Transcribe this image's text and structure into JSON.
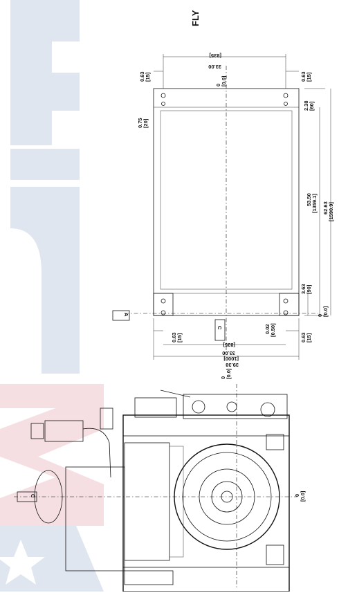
{
  "title": "FLY",
  "dimensions": {
    "top_width_in": "33.00",
    "top_width_mm": "[835]",
    "top_left_offset_in": "0.63",
    "top_left_offset_mm": "[15]",
    "top_right_offset_in": "0.63",
    "top_right_offset_mm": "[15]",
    "origin_in": "0",
    "origin_mm": "[0.0]",
    "left_hole_offset_in": "0.75",
    "left_hole_offset_mm": "[20]",
    "right_top_offset_in": "2.38",
    "right_top_offset_mm": "[60]",
    "length_in": "53.50",
    "length_mm": "[1359.1]",
    "overall_length_in": "62.63",
    "overall_length_mm": "[1590.9]",
    "bottom_right_offset_in": "3.63",
    "bottom_right_offset_mm": "[90]",
    "right_zero_in": "0",
    "right_zero_mm": "[0.0]",
    "bottom_left_offset_in": "0.63",
    "bottom_left_offset_mm": "[15]",
    "bottom_right_hole_in": "0.63",
    "bottom_right_hole_mm": "[15]",
    "center_offset_in": "0.02",
    "center_offset_mm": "[0.50]",
    "bottom_width_in": "33.00",
    "bottom_width_mm": "[835]",
    "overall_width_in": "39.38",
    "overall_width_mm": "[1000]",
    "flywheel_zero_in": "0",
    "flywheel_zero_mm": "[0.0]",
    "engine_zero_in": "0",
    "engine_zero_mm": "[0.0]"
  },
  "datums": {
    "a": "A",
    "c_top": "C",
    "c_side": "C"
  },
  "colors": {
    "watermark_blue": "#dfe6f0",
    "watermark_red": "#f6dfe2",
    "line": "#111111"
  }
}
